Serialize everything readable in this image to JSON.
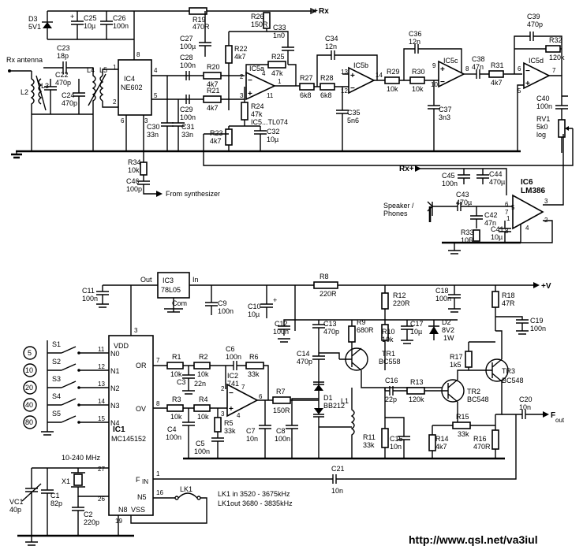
{
  "labels": {
    "rx_antenna": "Rx antenna",
    "rx_plus": "Rx",
    "rx_plus2": "Rx+",
    "plus_v": "+V",
    "from_synth": "From synthesizer",
    "speaker": "Speaker /",
    "phones": "Phones",
    "f_out": "F",
    "f_out_sub": "out",
    "vco_range": "10-240 MHz",
    "lk1_in": "LK1 in   3520 - 3675kHz",
    "lk1_out": "LK1out  3680 - 3835kHz",
    "url": "http://www.qsl.net/va3iul",
    "ic5_note": "IC5...TL074"
  },
  "ics": {
    "ic4": {
      "ref": "IC4",
      "part": "NE602",
      "pins": [
        "8",
        "4",
        "5",
        "6",
        "1",
        "2",
        "3"
      ]
    },
    "ic3": {
      "ref": "IC3",
      "part": "78L05",
      "out": "Out",
      "in": "In",
      "com": "Com"
    },
    "ic1": {
      "ref": "IC1",
      "part": "MC145152",
      "vdd": "VDD",
      "vss": "VSS",
      "n8": "N8",
      "or": "OR",
      "ov": "OV",
      "fin": "F",
      "fin_sub": "IN",
      "n5": "N5",
      "pins": [
        "3",
        "7",
        "8",
        "1",
        "16",
        "27",
        "26",
        "19",
        "2",
        "11",
        "12",
        "13",
        "14",
        "15"
      ]
    },
    "ic2": {
      "ref": "IC2",
      "part": "741",
      "pins": [
        "2",
        "3",
        "4",
        "7",
        "6"
      ]
    },
    "ic5a": {
      "ref": "IC5a",
      "pins": [
        "2",
        "3",
        "4",
        "11",
        "1"
      ]
    },
    "ic5b": {
      "ref": "IC5b",
      "pins": [
        "13",
        "12",
        "14"
      ]
    },
    "ic5c": {
      "ref": "IC5c",
      "pins": [
        "9",
        "10",
        "8"
      ]
    },
    "ic5d": {
      "ref": "IC5d",
      "pins": [
        "6",
        "5",
        "7"
      ]
    },
    "ic6": {
      "ref": "IC6",
      "part": "LM386",
      "pins": [
        "6",
        "3",
        "2",
        "4",
        "1",
        "8",
        "5",
        "7"
      ]
    }
  },
  "switches": [
    {
      "ref": "S1",
      "value": "5",
      "input": "N0",
      "pin": "11"
    },
    {
      "ref": "S2",
      "value": "10",
      "input": "N1",
      "pin": "12"
    },
    {
      "ref": "S3",
      "value": "20",
      "input": "N2",
      "pin": "13"
    },
    {
      "ref": "S4",
      "value": "40",
      "input": "N3",
      "pin": "14"
    },
    {
      "ref": "S5",
      "value": "80",
      "input": "N4",
      "pin": "15"
    }
  ],
  "components": {
    "D3": {
      "ref": "D3",
      "value": "5V1"
    },
    "C25": {
      "ref": "C25",
      "value": "10µ"
    },
    "C26": {
      "ref": "C26",
      "value": "100n"
    },
    "R19": {
      "ref": "R19",
      "value": "470R"
    },
    "R26": {
      "ref": "R26",
      "value": "150R"
    },
    "C27": {
      "ref": "C27",
      "value": "100µ"
    },
    "C33": {
      "ref": "C33",
      "value": "1n0"
    },
    "R22": {
      "ref": "R22",
      "value": "4k7"
    },
    "R25": {
      "ref": "R25",
      "value": "47k"
    },
    "C23": {
      "ref": "C23",
      "value": "18p"
    },
    "C22": {
      "ref": "C22",
      "value": "470p"
    },
    "C24": {
      "ref": "C24",
      "value": "470p"
    },
    "L2": {
      "ref": "L2"
    },
    "L3": {
      "ref": "L3"
    },
    "L4": {
      "ref": "L4"
    },
    "L5": {
      "ref": "L5"
    },
    "C28": {
      "ref": "C28",
      "value": "100n"
    },
    "C29": {
      "ref": "C29",
      "value": "100n"
    },
    "R20": {
      "ref": "R20",
      "value": "4k7"
    },
    "R21": {
      "ref": "R21",
      "value": "4k7"
    },
    "C30": {
      "ref": "C30",
      "value": "33n"
    },
    "C31": {
      "ref": "C31",
      "value": "33n"
    },
    "R24": {
      "ref": "R24",
      "value": "47k"
    },
    "R23": {
      "ref": "R23",
      "value": "4k7"
    },
    "C32": {
      "ref": "C32",
      "value": "10µ"
    },
    "R34": {
      "ref": "R34",
      "value": "10k"
    },
    "C46": {
      "ref": "C46",
      "value": "100p"
    },
    "C34": {
      "ref": "C34",
      "value": "12n"
    },
    "R27": {
      "ref": "R27",
      "value": "6k8"
    },
    "R28": {
      "ref": "R28",
      "value": "6k8"
    },
    "C35": {
      "ref": "C35",
      "value": "5n6"
    },
    "C36": {
      "ref": "C36",
      "value": "12n"
    },
    "R29": {
      "ref": "R29",
      "value": "10k"
    },
    "R30": {
      "ref": "R30",
      "value": "10k"
    },
    "C37": {
      "ref": "C37",
      "value": "3n3"
    },
    "C38": {
      "ref": "C38",
      "value": "47n"
    },
    "R31": {
      "ref": "R31",
      "value": "4k7"
    },
    "C39": {
      "ref": "C39",
      "value": "470p"
    },
    "R32": {
      "ref": "R32",
      "value": "120k"
    },
    "C40": {
      "ref": "C40",
      "value": "100n"
    },
    "RV1": {
      "ref": "RV1",
      "value": "5k0",
      "taper": "log"
    },
    "C45": {
      "ref": "C45",
      "value": "100n"
    },
    "C44": {
      "ref": "C44",
      "value": "470µ"
    },
    "C43": {
      "ref": "C43",
      "value": "470µ"
    },
    "C42": {
      "ref": "C42",
      "value": "47n"
    },
    "R33": {
      "ref": "R33",
      "value": "10R"
    },
    "C41": {
      "ref": "C41",
      "value": "10µ"
    },
    "C11": {
      "ref": "C11",
      "value": "100n"
    },
    "C9": {
      "ref": "C9",
      "value": "100n"
    },
    "R8": {
      "ref": "R8",
      "value": "220R"
    },
    "C10": {
      "ref": "C10",
      "value": "10µ"
    },
    "C12": {
      "ref": "C12",
      "value": "100n"
    },
    "C13": {
      "ref": "C13",
      "value": "470p"
    },
    "R9": {
      "ref": "R9",
      "value": "680R"
    },
    "R12": {
      "ref": "R12",
      "value": "220R"
    },
    "C18": {
      "ref": "C18",
      "value": "100n"
    },
    "R18": {
      "ref": "R18",
      "value": "47R"
    },
    "C19": {
      "ref": "C19",
      "value": "100n"
    },
    "R10": {
      "ref": "R10",
      "value": "10k"
    },
    "C17": {
      "ref": "C17",
      "value": "10µ"
    },
    "D2": {
      "ref": "D2",
      "value": "8V2",
      "rating": "1W"
    },
    "TR1": {
      "ref": "TR1",
      "value": "BC558"
    },
    "TR2": {
      "ref": "TR2",
      "value": "BC548"
    },
    "TR3": {
      "ref": "TR3",
      "value": "BC548"
    },
    "R17": {
      "ref": "R17",
      "value": "1k5"
    },
    "C14": {
      "ref": "C14",
      "value": "470p"
    },
    "D1": {
      "ref": "D1",
      "value": "BB212"
    },
    "L1": {
      "ref": "L1"
    },
    "C16": {
      "ref": "C16",
      "value": "22p"
    },
    "R13": {
      "ref": "R13",
      "value": "120k"
    },
    "R15": {
      "ref": "R15",
      "value": "33k"
    },
    "C20": {
      "ref": "C20",
      "value": "10n"
    },
    "R11": {
      "ref": "R11",
      "value": "33k"
    },
    "C15": {
      "ref": "C15",
      "value": "10n"
    },
    "R14": {
      "ref": "R14",
      "value": "4k7"
    },
    "R16": {
      "ref": "R16",
      "value": "470R"
    },
    "R1": {
      "ref": "R1",
      "value": "10k"
    },
    "R2": {
      "ref": "R2",
      "value": "10k"
    },
    "C3": {
      "ref": "C3",
      "value": "22n"
    },
    "C6": {
      "ref": "C6",
      "value": "100n"
    },
    "R6": {
      "ref": "R6",
      "value": "33k"
    },
    "R3": {
      "ref": "R3",
      "value": "10k"
    },
    "R4": {
      "ref": "R4",
      "value": "10k"
    },
    "C4": {
      "ref": "C4",
      "value": "100n"
    },
    "R5": {
      "ref": "R5",
      "value": "33k"
    },
    "C5": {
      "ref": "C5",
      "value": "100n"
    },
    "R7": {
      "ref": "R7",
      "value": "150R"
    },
    "C7": {
      "ref": "C7",
      "value": "10n"
    },
    "C8": {
      "ref": "C8",
      "value": "100n"
    },
    "C21": {
      "ref": "C21",
      "value": "10n"
    },
    "X1": {
      "ref": "X1"
    },
    "VC1": {
      "ref": "VC1",
      "value": "40p"
    },
    "C1": {
      "ref": "C1",
      "value": "82p"
    },
    "C2": {
      "ref": "C2",
      "value": "220p"
    },
    "LK1": {
      "ref": "LK1"
    }
  }
}
